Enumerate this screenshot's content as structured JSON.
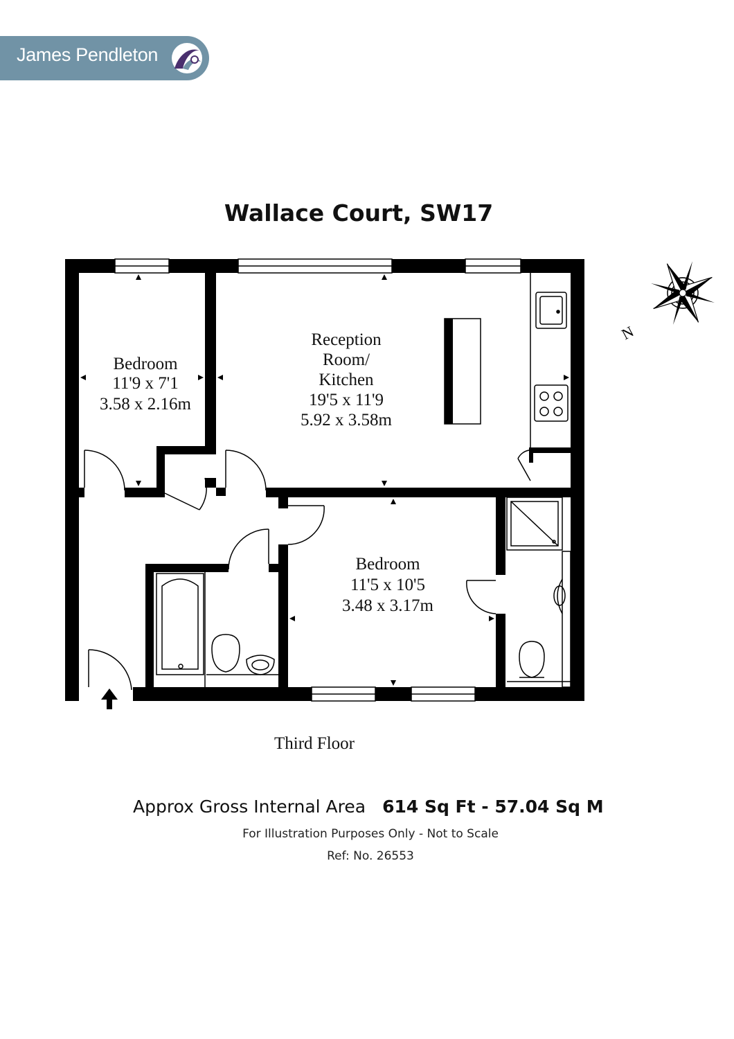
{
  "brand": {
    "name": "James Pendleton",
    "color": "#7193a6",
    "icon": "spiral-logo-icon"
  },
  "property": {
    "title": "Wallace Court, SW17"
  },
  "rooms": [
    {
      "name": "Bedroom",
      "dim_imperial": "11'9 x 7'1",
      "dim_metric": "3.58 x 2.16m"
    },
    {
      "name_line1": "Reception",
      "name_line2": "Room/",
      "name_line3": "Kitchen",
      "dim_imperial": "19'5 x 11'9",
      "dim_metric": "5.92 x 3.58m"
    },
    {
      "name": "Bedroom",
      "dim_imperial": "11'5 x 10'5",
      "dim_metric": "3.48 x 3.17m"
    }
  ],
  "compass": {
    "label": "N",
    "icon": "compass-rose-icon"
  },
  "floor": {
    "label": "Third Floor"
  },
  "area": {
    "label": "Approx Gross Internal Area",
    "value": "614 Sq Ft - 57.04 Sq M"
  },
  "disclaimer": "For Illustration Purposes Only - Not to Scale",
  "reference": "Ref: No. 26553"
}
